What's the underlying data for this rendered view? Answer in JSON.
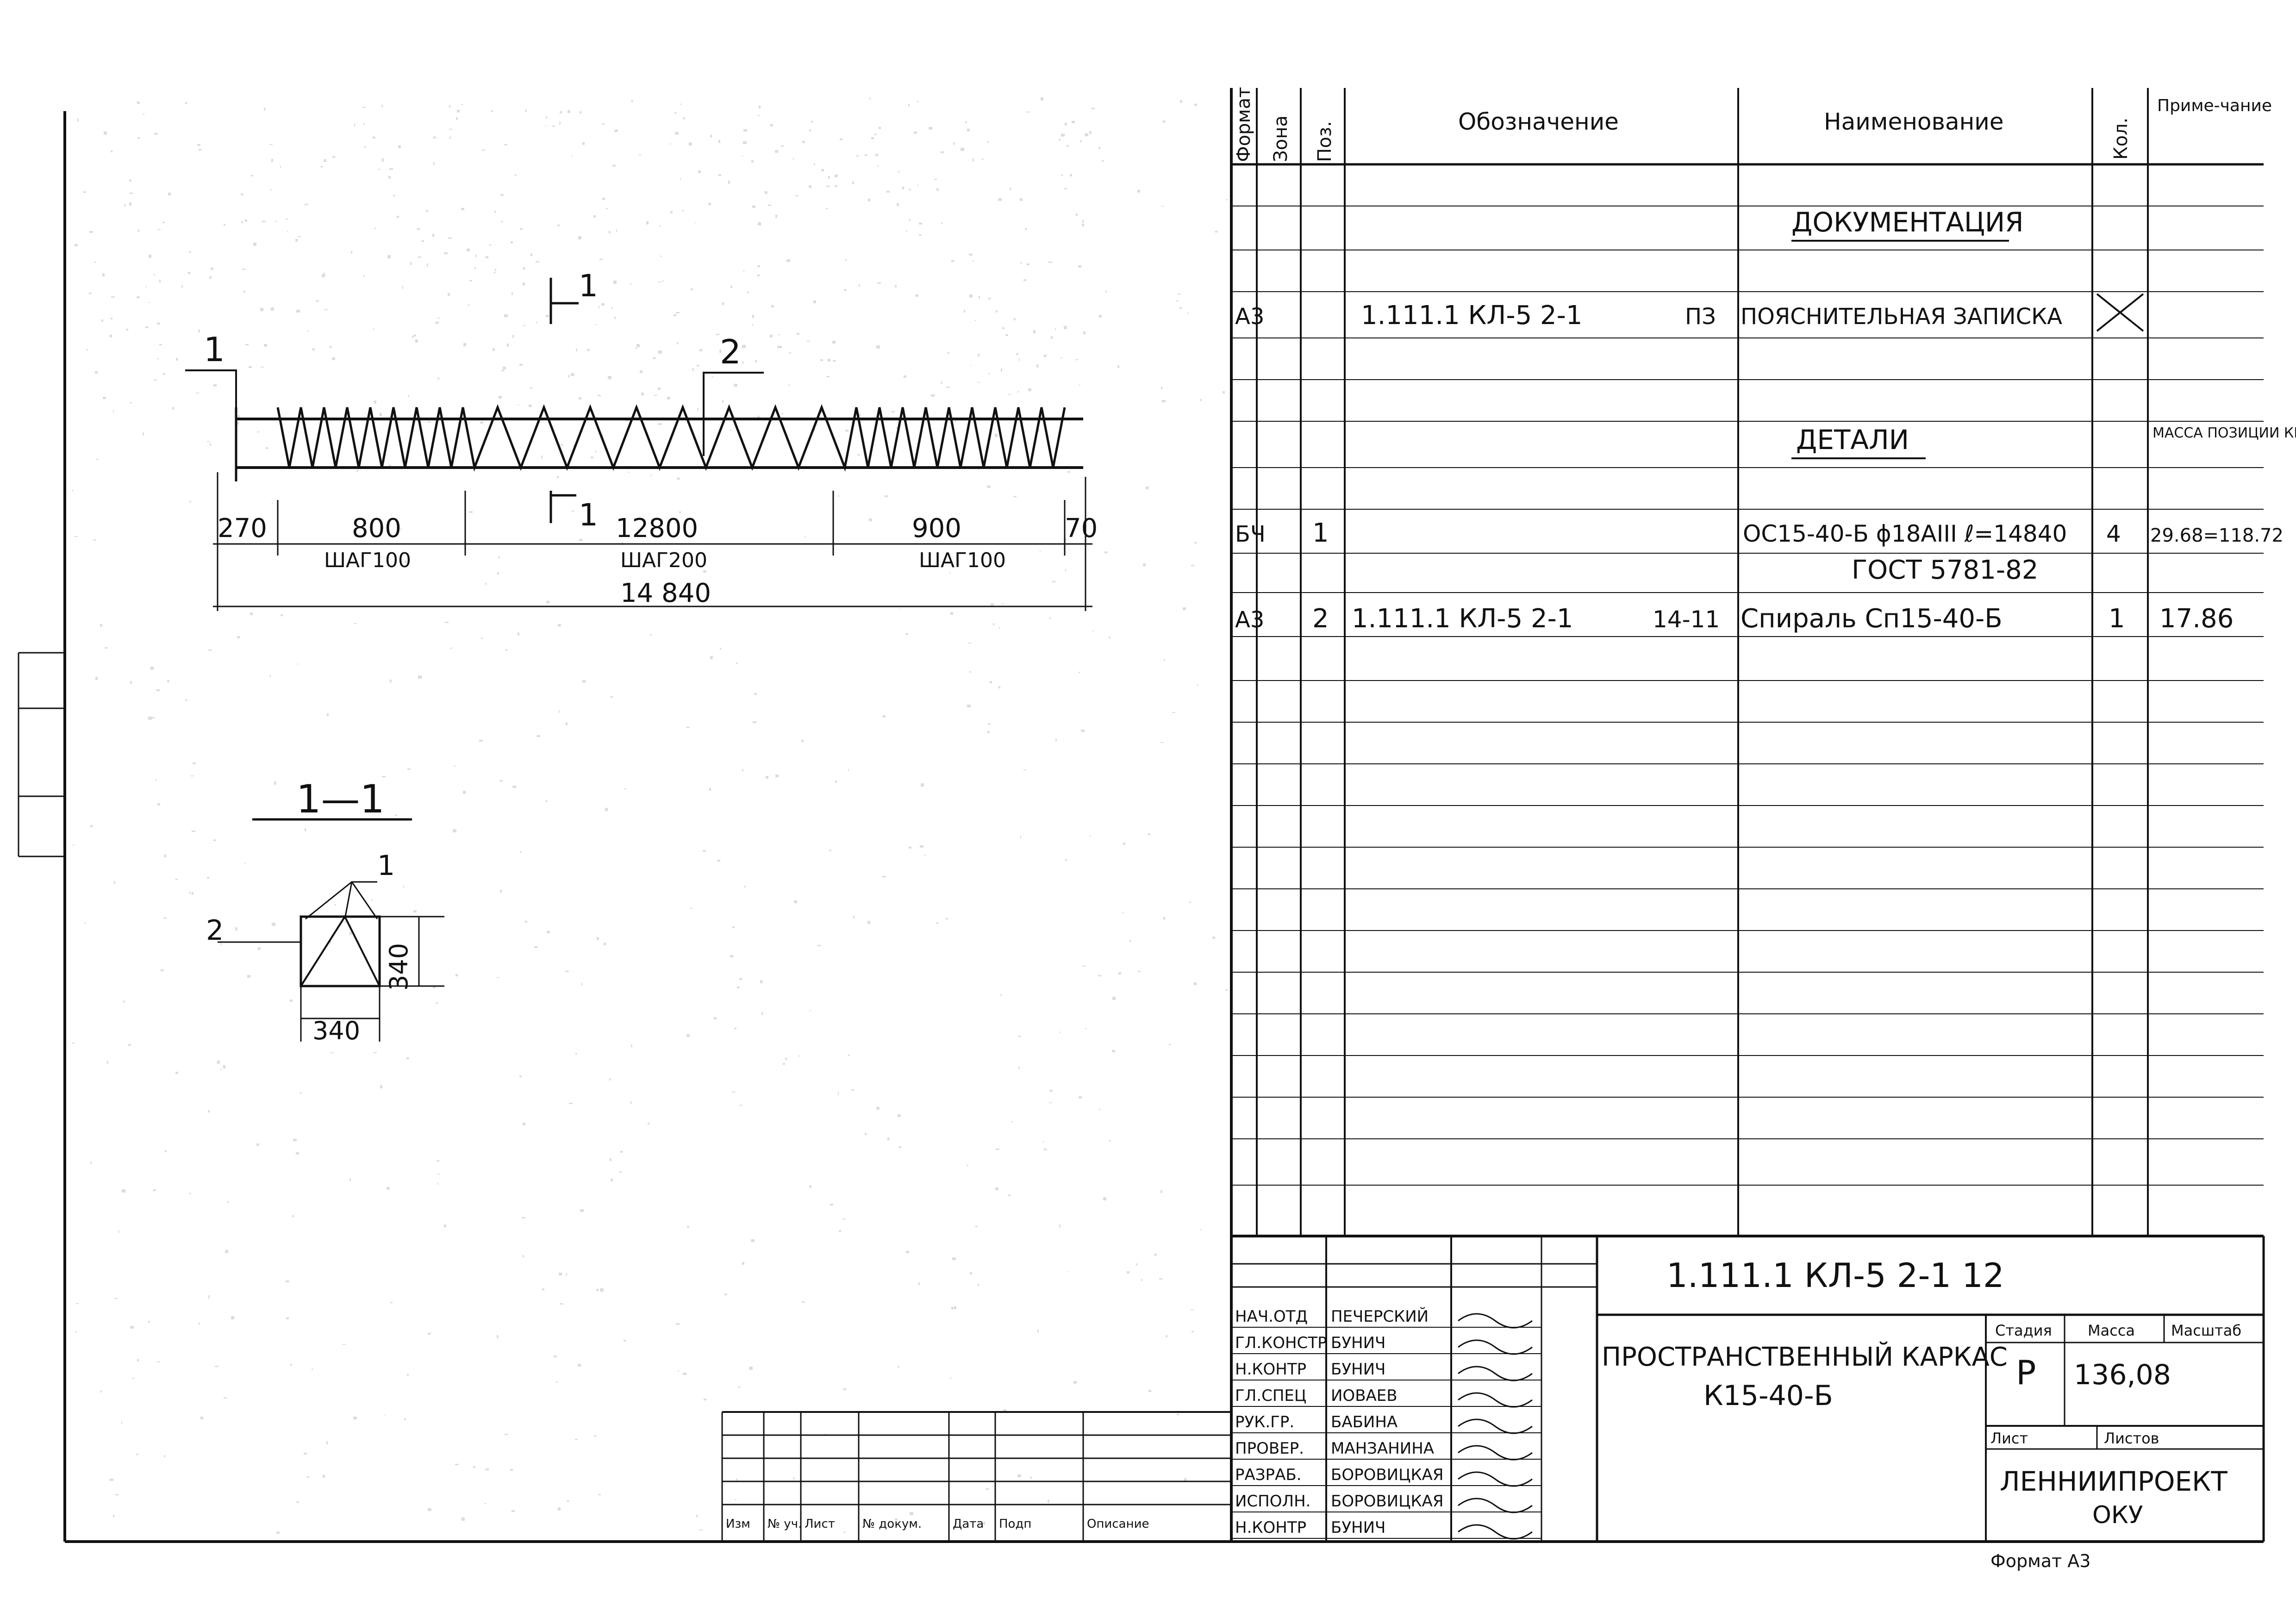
{
  "drawing": {
    "section_marks": [
      "1",
      "1"
    ],
    "callouts": [
      "1",
      "2"
    ],
    "segments": [
      {
        "length": "270"
      },
      {
        "length": "800",
        "step": "ШАГ100"
      },
      {
        "length": "12800",
        "step": "ШАГ200"
      },
      {
        "length": "900",
        "step": "ШАГ100"
      },
      {
        "length": "70"
      }
    ],
    "total_length": "14 840",
    "section": {
      "title": "1—1",
      "callout_top": "1",
      "callout_left": "2",
      "height": "340",
      "width": "340"
    }
  },
  "spec": {
    "headers": {
      "format": "Формат",
      "zone": "Зона",
      "pos": "Поз.",
      "designation": "Обозначение",
      "name": "Наименование",
      "qty": "Кол.",
      "note": "Приме-чание"
    },
    "sections": {
      "documentation": "ДОКУМЕНТАЦИЯ",
      "details": "ДЕТАЛИ",
      "mass_note": "МАССА ПОЗИЦИИ КГ"
    },
    "rows": [
      {
        "format": "А3",
        "pos": "",
        "designation": "1.111.1 КЛ-5 2-1",
        "code": "ПЗ",
        "name": "ПОЯСНИТЕЛЬНАЯ ЗАПИСКА",
        "qty": "",
        "note": ""
      },
      {
        "format": "БЧ",
        "pos": "1",
        "designation": "",
        "code": "",
        "name": "ОС15-40-Б ϕ18АIII ℓ=14840",
        "qty": "4",
        "note": "29.68=118.72"
      },
      {
        "format": "",
        "pos": "",
        "designation": "",
        "code": "",
        "name": "ГОСТ 5781-82",
        "qty": "",
        "note": ""
      },
      {
        "format": "А3",
        "pos": "2",
        "designation": "1.111.1 КЛ-5 2-1",
        "code": "14-11",
        "name": "Спираль Сп15-40-Б",
        "qty": "1",
        "note": "17.86"
      }
    ]
  },
  "title_block": {
    "code": "1.111.1 КЛ-5 2-1 12",
    "title_line1": "ПРОСТРАНСТВЕННЫЙ КАРКАС",
    "title_line2": "К15-40-Б",
    "stage_label": "Стадия",
    "mass_label": "Масса",
    "scale_label": "Масштаб",
    "stage": "Р",
    "mass": "136,08",
    "sheet_label": "Лист",
    "sheets_label": "Листов",
    "org": "ЛЕННИИПРОЕКТ",
    "dept": "ОКУ",
    "format": "Формат А3",
    "revision_headers": [
      "Изм",
      "№ уч.",
      "Лист",
      "№ докум.",
      "Дата",
      "Подп",
      "Описание"
    ],
    "signatures": [
      {
        "role": "НАЧ.ОТД",
        "name": "ПЕЧЕРСКИЙ"
      },
      {
        "role": "ГЛ.КОНСТР",
        "name": "БУНИЧ"
      },
      {
        "role": "Н.КОНТР",
        "name": "БУНИЧ"
      },
      {
        "role": "ГЛ.СПЕЦ",
        "name": "ИОВАЕВ"
      },
      {
        "role": "РУК.ГР.",
        "name": "БАБИНА"
      },
      {
        "role": "ПРОВЕР.",
        "name": "МАНЗАНИНА"
      },
      {
        "role": "РАЗРАБ.",
        "name": "БОРОВИЦКАЯ"
      },
      {
        "role": "ИСПОЛН.",
        "name": "БОРОВИЦКАЯ"
      },
      {
        "role": "Н.КОНТР",
        "name": "БУНИЧ"
      }
    ]
  }
}
